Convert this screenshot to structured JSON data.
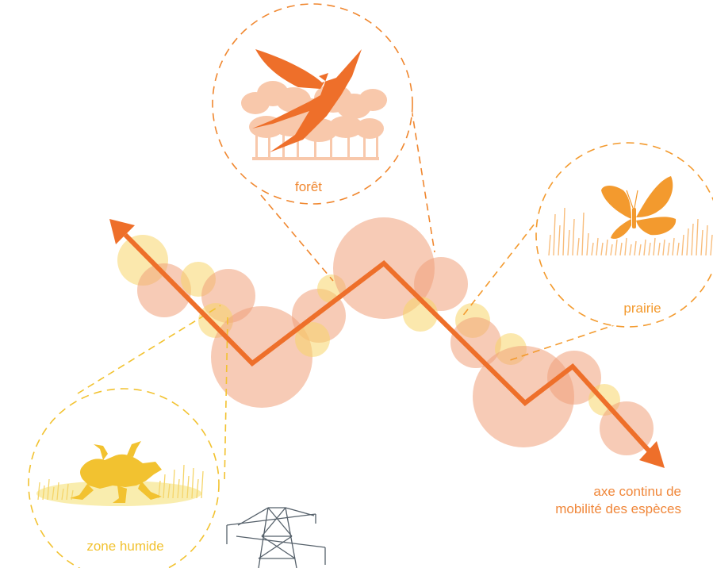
{
  "labels": {
    "forest": "forêt",
    "meadow": "prairie",
    "wetland": "zone humide",
    "axis_line1": "axe continu de",
    "axis_line2": "mobilité des espèces"
  },
  "icons": {
    "forest": "bird-over-forest-icon",
    "meadow": "butterfly-icon",
    "wetland": "frog-icon",
    "pylon": "power-pylon-icon"
  },
  "colors": {
    "arrow": "#ee6f2a",
    "forest_circle": "#f0872f",
    "meadow_circle": "#f39a2e",
    "wetland_circle": "#f2c230",
    "salmon_blob": "#f0a07a",
    "yellow_blob": "#f8d66a",
    "pylon": "#55606a"
  }
}
